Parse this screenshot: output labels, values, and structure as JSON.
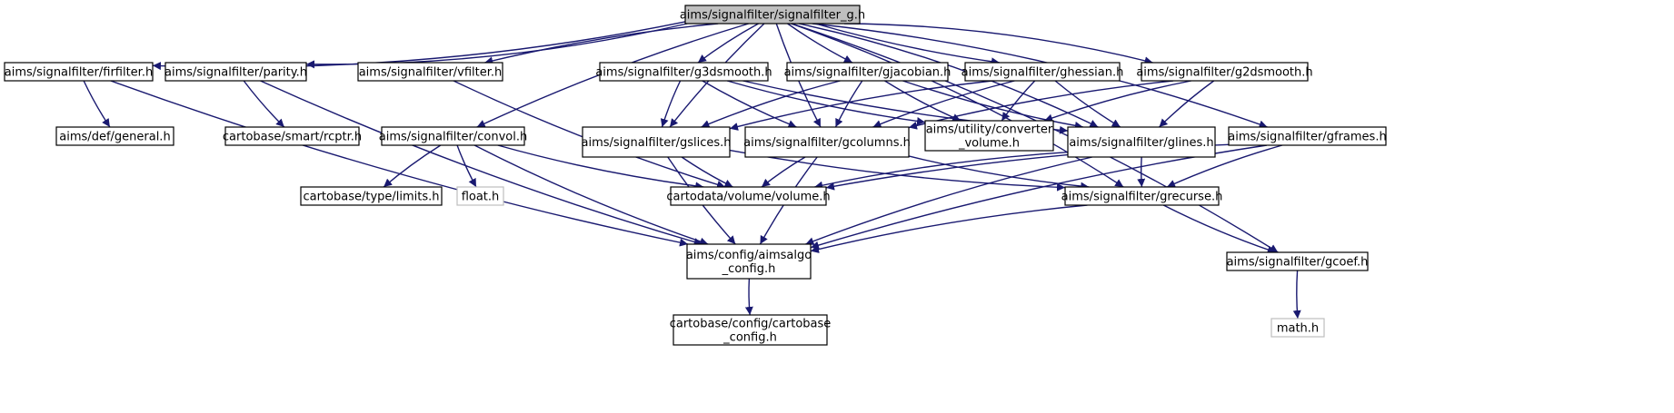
{
  "diagram": {
    "colors": {
      "edge": "#191970",
      "root_fill": "#bfbfbf",
      "node_border": "#000000",
      "external_border": "#bfbfbf",
      "background": "#ffffff"
    },
    "nodes": [
      {
        "id": "root",
        "lines": [
          "aims/signalfilter/signalfilter_g.h"
        ],
        "kind": "root"
      },
      {
        "id": "firfilter",
        "lines": [
          "aims/signalfilter/firfilter.h"
        ]
      },
      {
        "id": "parity",
        "lines": [
          "aims/signalfilter/parity.h"
        ]
      },
      {
        "id": "vfilter",
        "lines": [
          "aims/signalfilter/vfilter.h"
        ]
      },
      {
        "id": "g3dsmooth",
        "lines": [
          "aims/signalfilter/g3dsmooth.h"
        ]
      },
      {
        "id": "gjacobian",
        "lines": [
          "aims/signalfilter/gjacobian.h"
        ]
      },
      {
        "id": "ghessian",
        "lines": [
          "aims/signalfilter/ghessian.h"
        ]
      },
      {
        "id": "g2dsmooth",
        "lines": [
          "aims/signalfilter/g2dsmooth.h"
        ]
      },
      {
        "id": "general",
        "lines": [
          "aims/def/general.h"
        ]
      },
      {
        "id": "rcptr",
        "lines": [
          "cartobase/smart/rcptr.h"
        ]
      },
      {
        "id": "convol",
        "lines": [
          "aims/signalfilter/convol.h"
        ]
      },
      {
        "id": "gslices",
        "lines": [
          "aims/signalfilter/gslices.h"
        ]
      },
      {
        "id": "gcolumns",
        "lines": [
          "aims/signalfilter/gcolumns.h"
        ]
      },
      {
        "id": "converter",
        "lines": [
          "aims/utility/converter",
          "_volume.h"
        ]
      },
      {
        "id": "glines",
        "lines": [
          "aims/signalfilter/glines.h"
        ]
      },
      {
        "id": "gframes",
        "lines": [
          "aims/signalfilter/gframes.h"
        ]
      },
      {
        "id": "limits",
        "lines": [
          "cartobase/type/limits.h"
        ]
      },
      {
        "id": "float",
        "lines": [
          "float.h"
        ],
        "kind": "ext"
      },
      {
        "id": "volume",
        "lines": [
          "cartodata/volume/volume.h"
        ]
      },
      {
        "id": "grecurse",
        "lines": [
          "aims/signalfilter/grecurse.h"
        ]
      },
      {
        "id": "aimsalgo",
        "lines": [
          "aims/config/aimsalgo",
          "_config.h"
        ]
      },
      {
        "id": "gcoef",
        "lines": [
          "aims/signalfilter/gcoef.h"
        ]
      },
      {
        "id": "cartobase_config",
        "lines": [
          "cartobase/config/cartobase",
          "_config.h"
        ]
      },
      {
        "id": "math",
        "lines": [
          "math.h"
        ],
        "kind": "ext"
      }
    ],
    "edges": [
      [
        "root",
        "firfilter"
      ],
      [
        "root",
        "parity"
      ],
      [
        "root",
        "vfilter"
      ],
      [
        "root",
        "convol"
      ],
      [
        "root",
        "g3dsmooth"
      ],
      [
        "root",
        "gjacobian"
      ],
      [
        "root",
        "ghessian"
      ],
      [
        "root",
        "g2dsmooth"
      ],
      [
        "root",
        "gslices"
      ],
      [
        "root",
        "gcolumns"
      ],
      [
        "root",
        "glines"
      ],
      [
        "root",
        "gframes"
      ],
      [
        "root",
        "grecurse"
      ],
      [
        "root",
        "gcoef"
      ],
      [
        "firfilter",
        "general"
      ],
      [
        "firfilter",
        "aimsalgo"
      ],
      [
        "parity",
        "rcptr"
      ],
      [
        "parity",
        "aimsalgo"
      ],
      [
        "vfilter",
        "volume"
      ],
      [
        "convol",
        "limits"
      ],
      [
        "convol",
        "float"
      ],
      [
        "convol",
        "volume"
      ],
      [
        "convol",
        "aimsalgo"
      ],
      [
        "g3dsmooth",
        "gslices"
      ],
      [
        "g3dsmooth",
        "gcolumns"
      ],
      [
        "g3dsmooth",
        "glines"
      ],
      [
        "g3dsmooth",
        "converter"
      ],
      [
        "gjacobian",
        "gslices"
      ],
      [
        "gjacobian",
        "gcolumns"
      ],
      [
        "gjacobian",
        "glines"
      ],
      [
        "gjacobian",
        "converter"
      ],
      [
        "ghessian",
        "gslices"
      ],
      [
        "ghessian",
        "gcolumns"
      ],
      [
        "ghessian",
        "glines"
      ],
      [
        "ghessian",
        "converter"
      ],
      [
        "g2dsmooth",
        "gcolumns"
      ],
      [
        "g2dsmooth",
        "glines"
      ],
      [
        "g2dsmooth",
        "converter"
      ],
      [
        "gslices",
        "volume"
      ],
      [
        "gslices",
        "grecurse"
      ],
      [
        "gslices",
        "aimsalgo"
      ],
      [
        "gcolumns",
        "volume"
      ],
      [
        "gcolumns",
        "grecurse"
      ],
      [
        "gcolumns",
        "aimsalgo"
      ],
      [
        "glines",
        "volume"
      ],
      [
        "glines",
        "grecurse"
      ],
      [
        "glines",
        "aimsalgo"
      ],
      [
        "gframes",
        "volume"
      ],
      [
        "gframes",
        "grecurse"
      ],
      [
        "gframes",
        "aimsalgo"
      ],
      [
        "grecurse",
        "aimsalgo"
      ],
      [
        "grecurse",
        "gcoef"
      ],
      [
        "aimsalgo",
        "cartobase_config"
      ],
      [
        "gcoef",
        "math"
      ]
    ]
  }
}
